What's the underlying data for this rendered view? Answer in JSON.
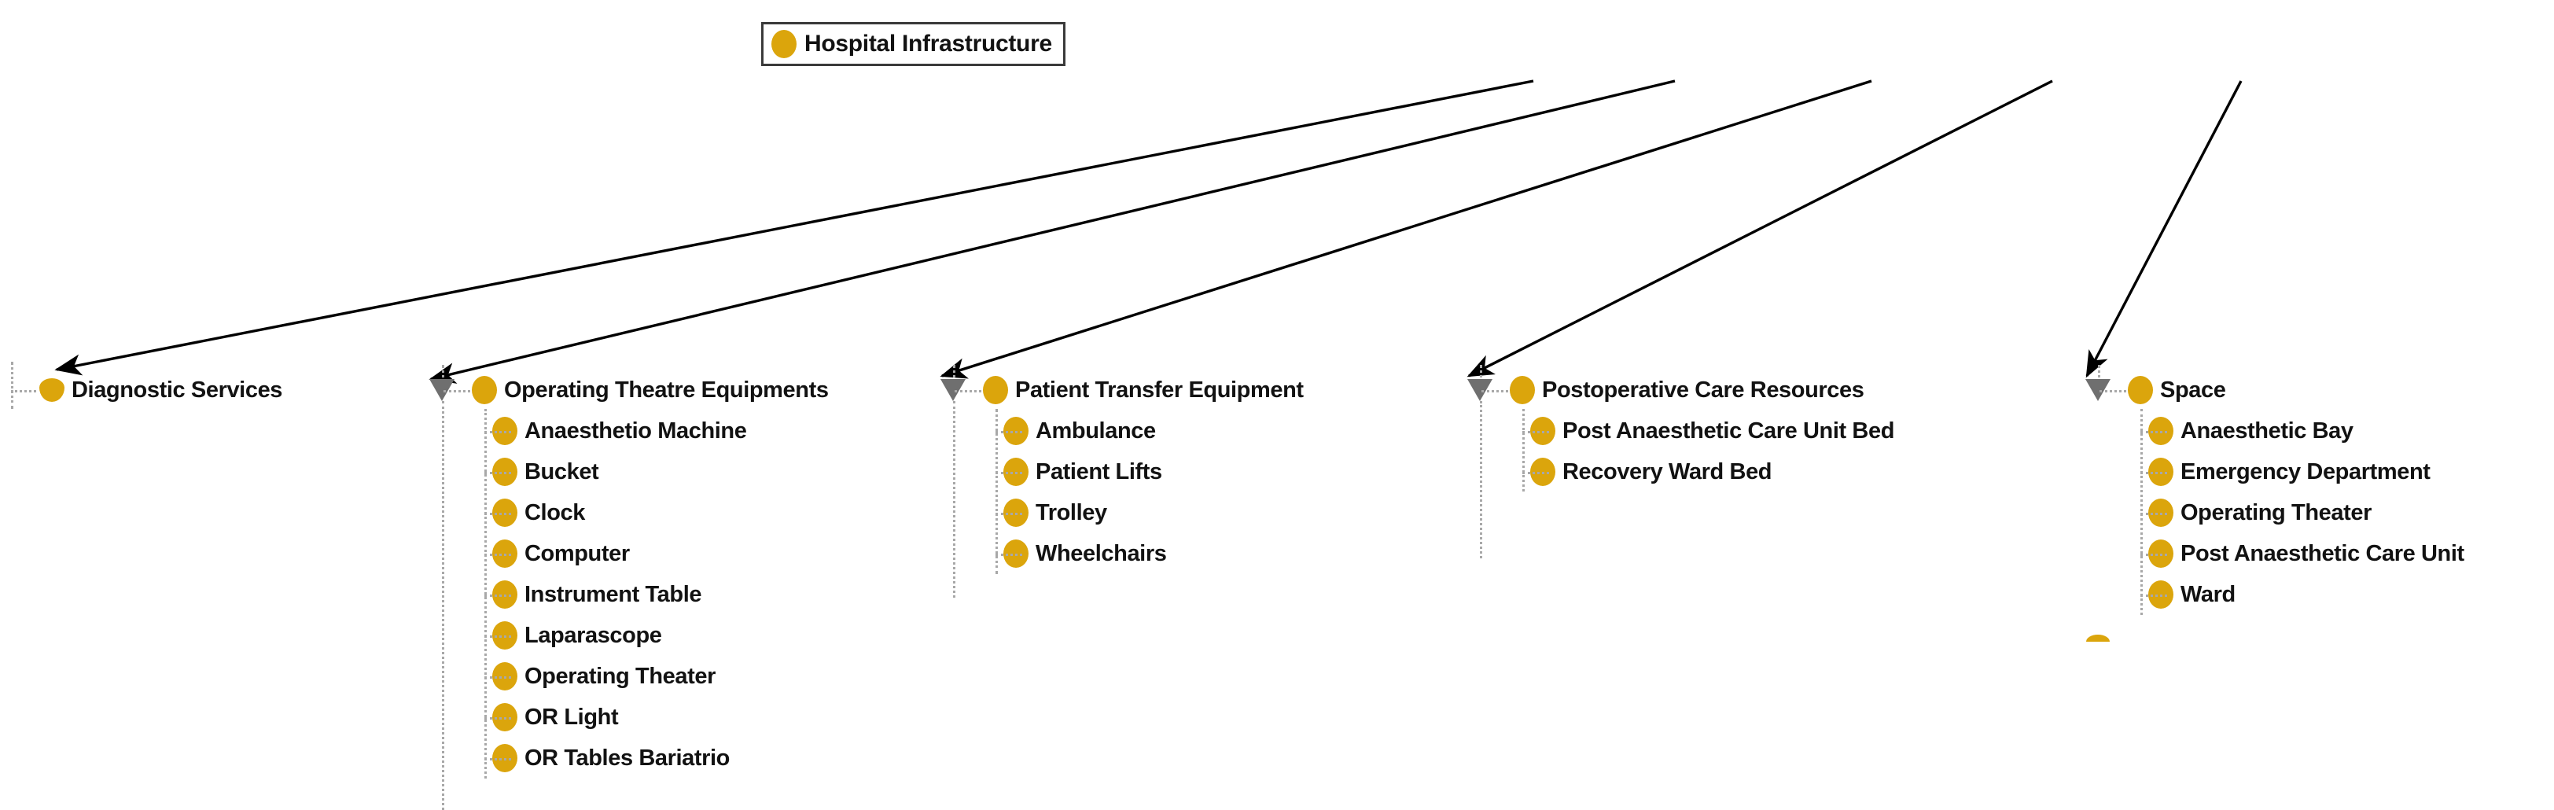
{
  "diagram": {
    "type": "ontology-tree",
    "title": "Hospital Infrastructure",
    "accent_color": "#DBA50C",
    "text_color": "#121212",
    "edge_color": "#000000",
    "connector_color": "#a8a8a8",
    "expander_color": "#6f6f6f",
    "background": "#ffffff"
  },
  "root": {
    "label": "Hospital Infrastructure",
    "icon": "class-circle-icon",
    "boxed": true
  },
  "branches": [
    {
      "id": "diagnostic-services",
      "label": "Diagnostic Services",
      "expander": "none",
      "children": []
    },
    {
      "id": "operating-theatre-equipments",
      "label": "Operating Theatre Equipments",
      "expander": "expanded",
      "children": [
        {
          "label": "Anaesthetio Machine"
        },
        {
          "label": "Bucket"
        },
        {
          "label": "Clock"
        },
        {
          "label": "Computer"
        },
        {
          "label": "Instrument Table"
        },
        {
          "label": "Laparascope"
        },
        {
          "label": "Operating Theater"
        },
        {
          "label": "OR Light"
        },
        {
          "label": "OR Tables Bariatrio"
        }
      ]
    },
    {
      "id": "patient-transfer-equipment",
      "label": "Patient Transfer Equipment",
      "expander": "expanded",
      "children": [
        {
          "label": "Ambulance"
        },
        {
          "label": "Patient Lifts"
        },
        {
          "label": "Trolley"
        },
        {
          "label": "Wheelchairs"
        }
      ]
    },
    {
      "id": "postoperative-care-resources",
      "label": "Postoperative Care Resources",
      "expander": "expanded",
      "children": [
        {
          "label": "Post Anaesthetic Care Unit Bed"
        },
        {
          "label": "Recovery Ward Bed"
        }
      ]
    },
    {
      "id": "space",
      "label": "Space",
      "expander": "expanded",
      "children": [
        {
          "label": "Anaesthetic Bay"
        },
        {
          "label": "Emergency Department"
        },
        {
          "label": "Operating Theater"
        },
        {
          "label": "Post Anaesthetic Care Unit"
        },
        {
          "label": "Ward"
        }
      ]
    }
  ]
}
